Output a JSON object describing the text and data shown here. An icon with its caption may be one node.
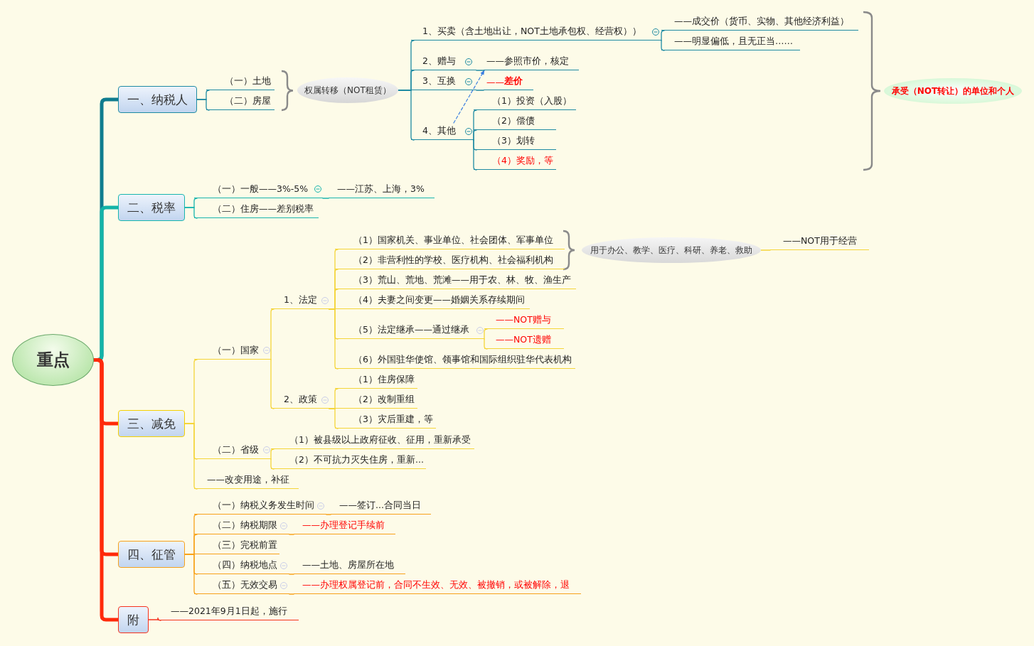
{
  "diagram": {
    "nodes": [
      {
        "text": [
          "重点"
        ]
      },
      {
        "text": [
          "一、纳税人"
        ]
      },
      {
        "text": [
          "二、税率"
        ]
      },
      {
        "text": [
          "三、减免"
        ]
      },
      {
        "text": [
          "四、征管"
        ]
      },
      {
        "text": [
          "附"
        ]
      },
      {
        "text": [
          "（一）土地"
        ]
      },
      {
        "text": [
          "（二）房屋"
        ]
      },
      {
        "text": [
          "权属转移（NOT租赁）"
        ]
      },
      {
        "text": [
          "1、买卖（含土地出让，NOT土地承包权、经营权））"
        ]
      },
      {
        "text": [
          "2、赠与"
        ]
      },
      {
        "text": [
          "3、互换"
        ]
      },
      {
        "text": [
          "4、其他"
        ]
      },
      {
        "text": [
          "——成交价（货币、实物、其他经济利益）"
        ]
      },
      {
        "text": [
          "——明显偏低，且无正当……"
        ]
      },
      {
        "text": [
          "——参照市价，核定"
        ]
      },
      {
        "text": [
          "——**差价**"
        ]
      },
      {
        "text": [
          "（1）投资（入股）"
        ]
      },
      {
        "text": [
          "（2）偿债"
        ]
      },
      {
        "text": [
          "（3）划转"
        ]
      },
      {
        "text": [
          "（4）奖励，等"
        ]
      },
      {
        "text": [
          "承受（NOT转让）的单位和个人"
        ]
      },
      {
        "text": [
          "（一）一般——3%-5%"
        ]
      },
      {
        "text": [
          "——江苏、上海，3%"
        ]
      },
      {
        "text": [
          "（二）住房——差别税率"
        ]
      },
      {
        "text": [
          "（一）国家"
        ]
      },
      {
        "text": [
          "1、法定"
        ]
      },
      {
        "text": [
          "（1）国家机关、事业单位、社会团体、军事单位"
        ]
      },
      {
        "text": [
          "（2）非营利性的学校、医疗机构、社会福利机构"
        ]
      },
      {
        "text": [
          "（3）荒山、荒地、荒滩——用于农、林、牧、渔生产"
        ]
      },
      {
        "text": [
          "（4）夫妻之间变更——婚姻关系存续期间"
        ]
      },
      {
        "text": [
          "（5）法定继承——通过继承"
        ]
      },
      {
        "text": [
          "——NOT赠与"
        ]
      },
      {
        "text": [
          "——NOT遗赠"
        ]
      },
      {
        "text": [
          "（6）外国驻华使馆、领事馆和国际组织驻华代表机构"
        ]
      },
      {
        "text": [
          "用于办公、教学、医疗、科研、养老、救助"
        ]
      },
      {
        "text": [
          "——NOT用于经营"
        ]
      },
      {
        "text": [
          "2、政策"
        ]
      },
      {
        "text": [
          "（1）住房保障"
        ]
      },
      {
        "text": [
          "（2）改制重组"
        ]
      },
      {
        "text": [
          "（3）灾后重建，等"
        ]
      },
      {
        "text": [
          "（二）省级"
        ]
      },
      {
        "text": [
          "（1）被县级以上政府征收、征用，重新承受"
        ]
      },
      {
        "text": [
          "（2）不可抗力灭失住房，重新..."
        ]
      },
      {
        "text": [
          "——改变用途，补征"
        ]
      },
      {
        "text": [
          "（一）纳税义务发生时间"
        ]
      },
      {
        "text": [
          "——签订...合同当日"
        ]
      },
      {
        "text": [
          "（二）纳税期限"
        ]
      },
      {
        "text": [
          "——办理登记手续前"
        ]
      },
      {
        "text": [
          "（三）完税前置"
        ]
      },
      {
        "text": [
          "（四）纳税地点"
        ]
      },
      {
        "text": [
          "——土地、房屋所在地"
        ]
      },
      {
        "text": [
          "（五）无效交易"
        ]
      },
      {
        "text": [
          "——办理权属登记前，合同不生效、无效、被撤销，或被解除，退"
        ]
      },
      {
        "text": [
          "——2021年9月1日起，施行"
        ]
      }
    ],
    "edges": [
      {
        "from": 0,
        "to": 1,
        "arrow": "none",
        "style": "thick",
        "color": "#0f7c8e"
      },
      {
        "from": 0,
        "to": 2,
        "arrow": "none",
        "style": "thick",
        "color": "#13b3a7"
      },
      {
        "from": 0,
        "to": 3,
        "arrow": "none",
        "style": "thick",
        "color": "#ff2a0a"
      },
      {
        "from": 0,
        "to": 4,
        "arrow": "none",
        "style": "thick",
        "color": "#ff2a0a"
      },
      {
        "from": 0,
        "to": 5,
        "arrow": "none",
        "style": "thick",
        "color": "#ff2a0a"
      },
      {
        "from": 1,
        "to": 6,
        "arrow": "none",
        "color": "#1f8ba3"
      },
      {
        "from": 1,
        "to": 7,
        "arrow": "none",
        "color": "#1f8ba3"
      },
      {
        "from": 8,
        "to": 9,
        "arrow": "none",
        "color": "#1f8ba3"
      },
      {
        "from": 8,
        "to": 10,
        "arrow": "none",
        "color": "#1f8ba3"
      },
      {
        "from": 8,
        "to": 11,
        "arrow": "none",
        "color": "#1f8ba3"
      },
      {
        "from": 8,
        "to": 12,
        "arrow": "none",
        "color": "#1f8ba3"
      },
      {
        "from": 9,
        "to": 13,
        "arrow": "none",
        "color": "#1f8ba3"
      },
      {
        "from": 9,
        "to": 14,
        "arrow": "none",
        "color": "#1f8ba3"
      },
      {
        "from": 10,
        "to": 15,
        "arrow": "none",
        "color": "#1f8ba3"
      },
      {
        "from": 11,
        "to": 16,
        "arrow": "none",
        "color": "#1f8ba3"
      },
      {
        "from": 12,
        "to": 17,
        "arrow": "none",
        "color": "#1f8ba3"
      },
      {
        "from": 12,
        "to": 18,
        "arrow": "none",
        "color": "#1f8ba3"
      },
      {
        "from": 12,
        "to": 19,
        "arrow": "none",
        "color": "#1f8ba3"
      },
      {
        "from": 12,
        "to": 20,
        "arrow": "none",
        "color": "#1f8ba3"
      },
      {
        "from": 12,
        "to": 15,
        "arrow": "to",
        "style": "dashed",
        "color": "#3c7fe0"
      },
      {
        "from": 2,
        "to": 22,
        "arrow": "none",
        "color": "#18b5ae"
      },
      {
        "from": 22,
        "to": 23,
        "arrow": "none",
        "color": "#18b5ae"
      },
      {
        "from": 2,
        "to": 24,
        "arrow": "none",
        "color": "#18b5ae"
      },
      {
        "from": 3,
        "to": 25,
        "arrow": "none",
        "color": "#f5d53a"
      },
      {
        "from": 3,
        "to": 41,
        "arrow": "none",
        "color": "#f5d53a"
      },
      {
        "from": 3,
        "to": 44,
        "arrow": "none",
        "color": "#f5d53a"
      },
      {
        "from": 25,
        "to": 26,
        "arrow": "none",
        "color": "#f5d53a"
      },
      {
        "from": 25,
        "to": 37,
        "arrow": "none",
        "color": "#f5d53a"
      },
      {
        "from": 26,
        "to": 27,
        "arrow": "none",
        "color": "#f5d53a"
      },
      {
        "from": 26,
        "to": 28,
        "arrow": "none",
        "color": "#f5d53a"
      },
      {
        "from": 26,
        "to": 29,
        "arrow": "none",
        "color": "#f5d53a"
      },
      {
        "from": 26,
        "to": 30,
        "arrow": "none",
        "color": "#f5d53a"
      },
      {
        "from": 26,
        "to": 31,
        "arrow": "none",
        "color": "#f5d53a"
      },
      {
        "from": 26,
        "to": 34,
        "arrow": "none",
        "color": "#f5d53a"
      },
      {
        "from": 31,
        "to": 32,
        "arrow": "none",
        "color": "#f5d53a"
      },
      {
        "from": 31,
        "to": 33,
        "arrow": "none",
        "color": "#f5d53a"
      },
      {
        "from": 35,
        "to": 36,
        "arrow": "none",
        "color": "#f5d53a"
      },
      {
        "from": 37,
        "to": 38,
        "arrow": "none",
        "color": "#f5d53a"
      },
      {
        "from": 37,
        "to": 39,
        "arrow": "none",
        "color": "#f5d53a"
      },
      {
        "from": 37,
        "to": 40,
        "arrow": "none",
        "color": "#f5d53a"
      },
      {
        "from": 41,
        "to": 42,
        "arrow": "none",
        "color": "#f5d53a"
      },
      {
        "from": 41,
        "to": 43,
        "arrow": "none",
        "color": "#f5d53a"
      },
      {
        "from": 4,
        "to": 45,
        "arrow": "none",
        "color": "#f7a21b"
      },
      {
        "from": 4,
        "to": 47,
        "arrow": "none",
        "color": "#f7a21b"
      },
      {
        "from": 4,
        "to": 49,
        "arrow": "none",
        "color": "#f7a21b"
      },
      {
        "from": 4,
        "to": 50,
        "arrow": "none",
        "color": "#f7a21b"
      },
      {
        "from": 4,
        "to": 52,
        "arrow": "none",
        "color": "#f7a21b"
      },
      {
        "from": 45,
        "to": 46,
        "arrow": "none",
        "color": "#f7a21b"
      },
      {
        "from": 47,
        "to": 48,
        "arrow": "none",
        "color": "#f7a21b"
      },
      {
        "from": 50,
        "to": 51,
        "arrow": "none",
        "color": "#f7a21b"
      },
      {
        "from": 52,
        "to": 53,
        "arrow": "none",
        "color": "#f7a21b"
      },
      {
        "from": 5,
        "to": 54,
        "arrow": "none",
        "color": "#f5321e"
      }
    ]
  }
}
